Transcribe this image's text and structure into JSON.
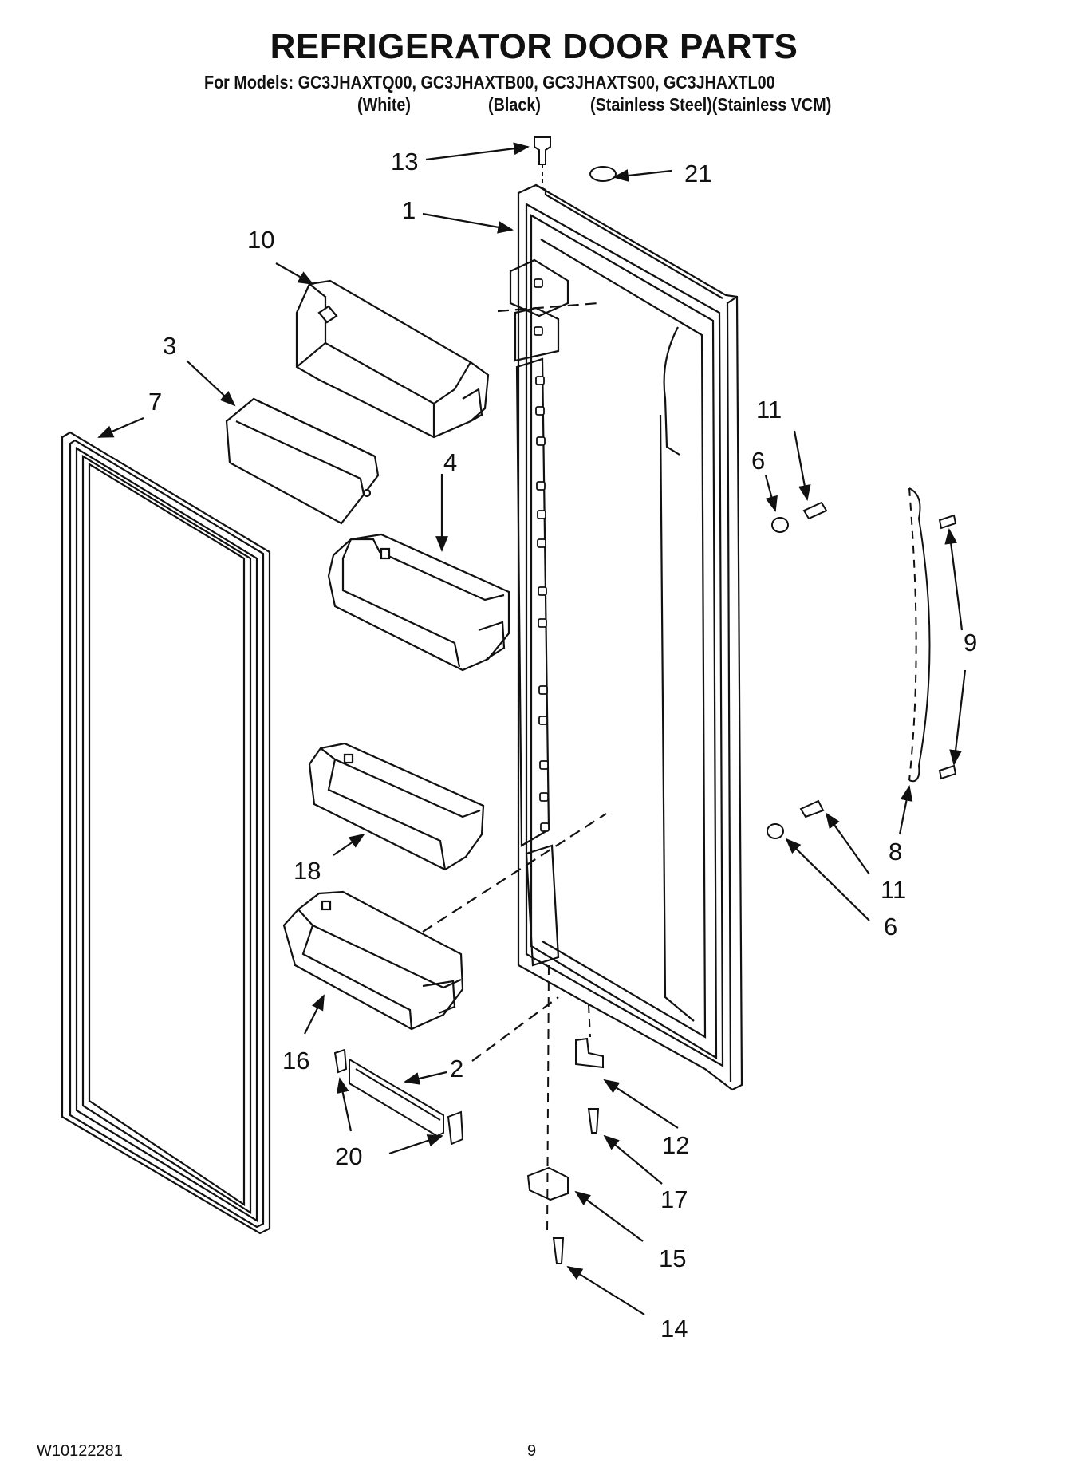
{
  "header": {
    "title": "REFRIGERATOR DOOR PARTS",
    "models_line": "For Models: GC3JHAXTQ00, GC3JHAXTB00, GC3JHAXTS00, GC3JHAXTL00",
    "variants": [
      "(White)",
      "(Black)",
      "(Stainless Steel)(Stainless VCM)"
    ]
  },
  "callouts": {
    "c1": "1",
    "c2": "2",
    "c3": "3",
    "c4": "4",
    "c6a": "6",
    "c6b": "6",
    "c7": "7",
    "c8": "8",
    "c9": "9",
    "c10": "10",
    "c11a": "11",
    "c11b": "11",
    "c12": "12",
    "c13": "13",
    "c14": "14",
    "c15": "15",
    "c16": "16",
    "c17": "17",
    "c18": "18",
    "c20": "20",
    "c21": "21"
  },
  "footer": {
    "doc_number": "W10122281",
    "page_number": "9"
  }
}
